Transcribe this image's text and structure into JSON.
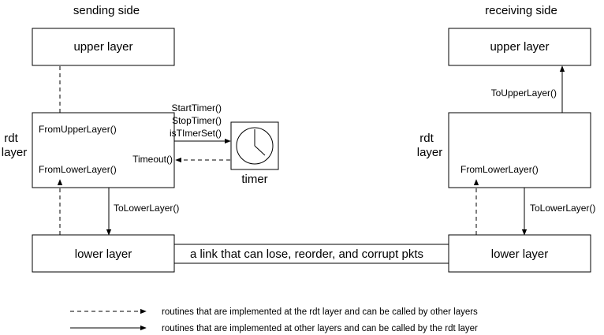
{
  "sender": {
    "title": "sending side",
    "upper_layer": "upper layer",
    "rdt_label_line1": "rdt",
    "rdt_label_line2": "layer",
    "from_upper": "FromUpperLayer()",
    "from_lower": "FromLowerLayer()",
    "to_lower": "ToLowerLayer()",
    "lower_layer": "lower layer"
  },
  "timer": {
    "start": "StartTimer()",
    "stop": "StopTimer()",
    "is_set": "isTImerSet()",
    "timeout": "Timeout()",
    "label": "timer"
  },
  "receiver": {
    "title": "receiving side",
    "upper_layer": "upper layer",
    "to_upper": "ToUpperLayer()",
    "rdt_label_line1": "rdt",
    "rdt_label_line2": "layer",
    "from_lower": "FromLowerLayer()",
    "to_lower": "ToLowerLayer()",
    "lower_layer": "lower layer"
  },
  "link": {
    "label": "a link that can lose, reorder, and corrupt pkts"
  },
  "legend": {
    "dashed": "routines that are implemented at the rdt layer and can be called by other layers",
    "solid": "routines that are implemented at other layers and can be called by the rdt layer"
  }
}
